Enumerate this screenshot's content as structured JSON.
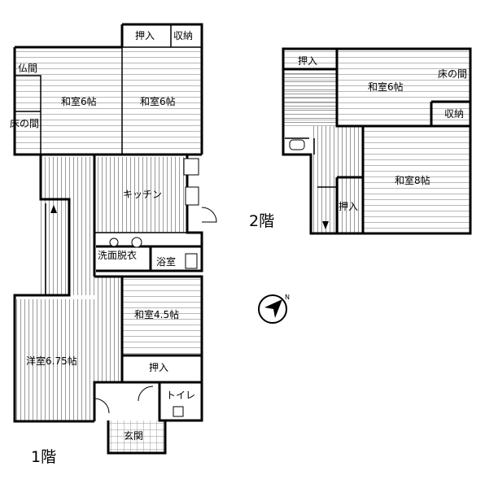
{
  "floor1": {
    "label": "1階",
    "rooms": {
      "oshiire_top": "押入",
      "storage": "収納",
      "butsuma": "仏間",
      "tokonoma": "床の間",
      "washitsu_a": "和室6帖",
      "washitsu_b": "和室6帖",
      "kitchen": "キッチン",
      "washroom": "洗面脱衣",
      "bath": "浴室",
      "washitsu_c": "和室4.5帖",
      "oshiire_mid": "押入",
      "youshitsu": "洋室6.75帖",
      "toilet": "トイレ",
      "genkan": "玄関"
    }
  },
  "floor2": {
    "label": "2階",
    "rooms": {
      "oshiire_a": "押入",
      "washitsu_6": "和室6帖",
      "tokonoma": "床の間",
      "storage": "収納",
      "washitsu_8": "和室8帖",
      "oshiire_b": "押入"
    }
  },
  "compass": {
    "icon": "compass-north-icon",
    "north": "N"
  }
}
